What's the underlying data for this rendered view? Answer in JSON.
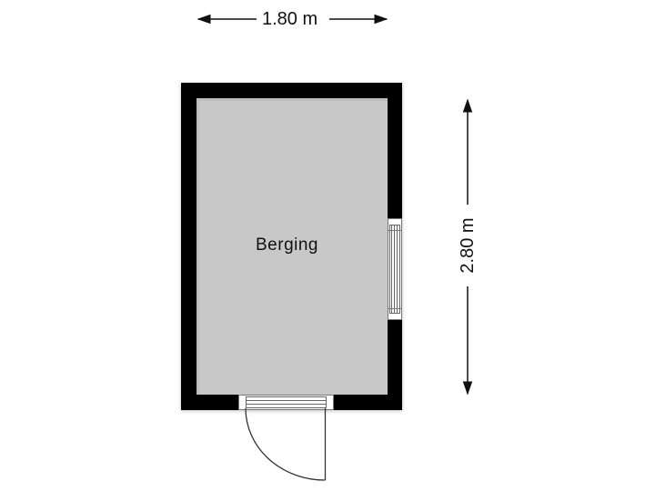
{
  "floorplan": {
    "room": {
      "name": "Berging"
    },
    "dimensions": {
      "width": {
        "label": "1.80 m"
      },
      "height": {
        "label": "2.80 m"
      }
    },
    "colors": {
      "wall": "#000000",
      "floor": "#c8c8c8",
      "background": "#ffffff",
      "dimension_line": "#111111"
    },
    "elements": [
      {
        "type": "window",
        "wall": "right"
      },
      {
        "type": "door",
        "wall": "bottom",
        "swing": "outward"
      }
    ]
  }
}
